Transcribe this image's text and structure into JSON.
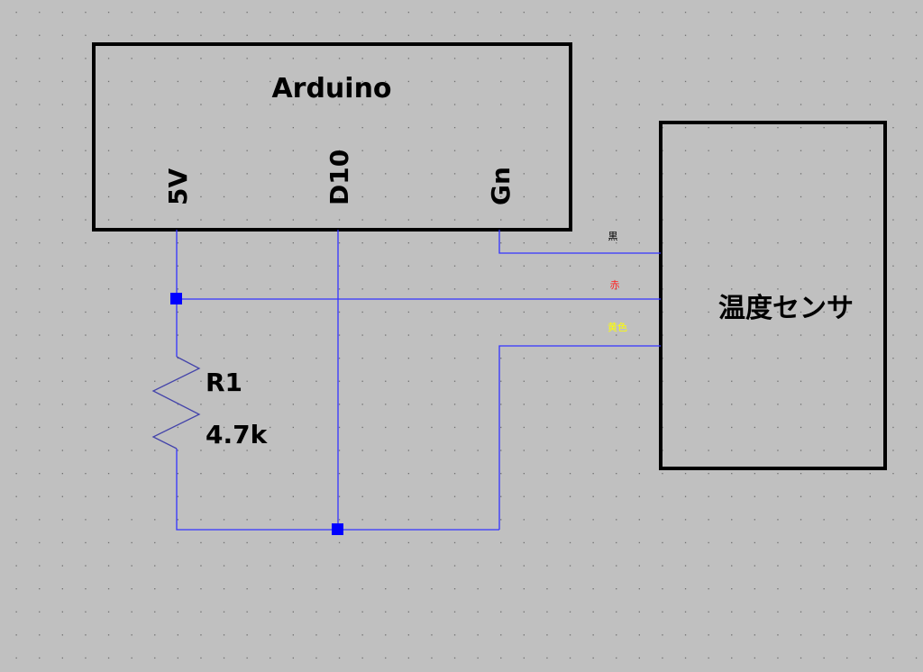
{
  "arduino": {
    "title": "Arduino",
    "pins": [
      "5V",
      "D10",
      "Gn"
    ]
  },
  "sensor": {
    "title": "温度センサ"
  },
  "resistor": {
    "name": "R1",
    "value": "4.7k"
  },
  "wires": [
    {
      "label": "黒",
      "color": "#000000"
    },
    {
      "label": "赤",
      "color": "#ff0000"
    },
    {
      "label": "黄色",
      "color": "#ffff00"
    }
  ],
  "colors": {
    "background": "#c0c0c0",
    "wire": "#3333ff",
    "junction": "#0000ff",
    "component": "#000000"
  }
}
